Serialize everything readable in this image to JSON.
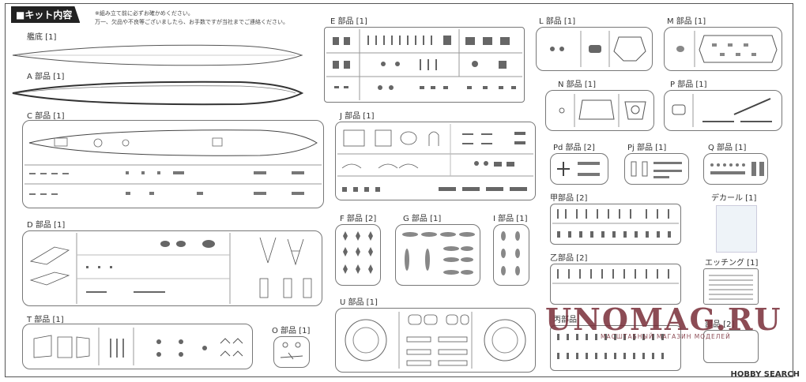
{
  "header": {
    "title": "■キット内容"
  },
  "notes": {
    "line1": "※組み立て前に必ずお確かめください。",
    "line2": "万一、欠品や不良等ございましたら、お手数ですが当社までご連絡ください。"
  },
  "labels": {
    "hull_bottom": "艦底 [1]",
    "a": "A 部品 [1]",
    "c": "C 部品 [1]",
    "d": "D 部品 [1]",
    "t": "T 部品 [1]",
    "o": "O 部品 [1]",
    "e": "E 部品 [1]",
    "j": "J 部品 [1]",
    "f": "F 部品 [2]",
    "g": "G 部品 [1]",
    "i": "I 部品 [1]",
    "u": "U 部品 [1]",
    "l": "L 部品 [1]",
    "m": "M 部品 [1]",
    "n": "N 部品 [1]",
    "p": "P 部品 [1]",
    "pd": "Pd 部品 [2]",
    "pj": "Pj 部品 [1]",
    "q": "Q 部品 [1]",
    "ko": "甲部品 [2]",
    "decal": "デカール [1]",
    "otsu": "乙部品 [2]",
    "etching": "エッチング [1]",
    "hei": "丙部品",
    "hidden": "部品 [2]"
  },
  "watermark": {
    "main": "UNOMAG.RU",
    "sub": "МАСШТАБНЫЙ МАГАЗИН МОДЕЛЕЙ"
  },
  "footer": {
    "brand": "HOBBY SEARCH"
  }
}
